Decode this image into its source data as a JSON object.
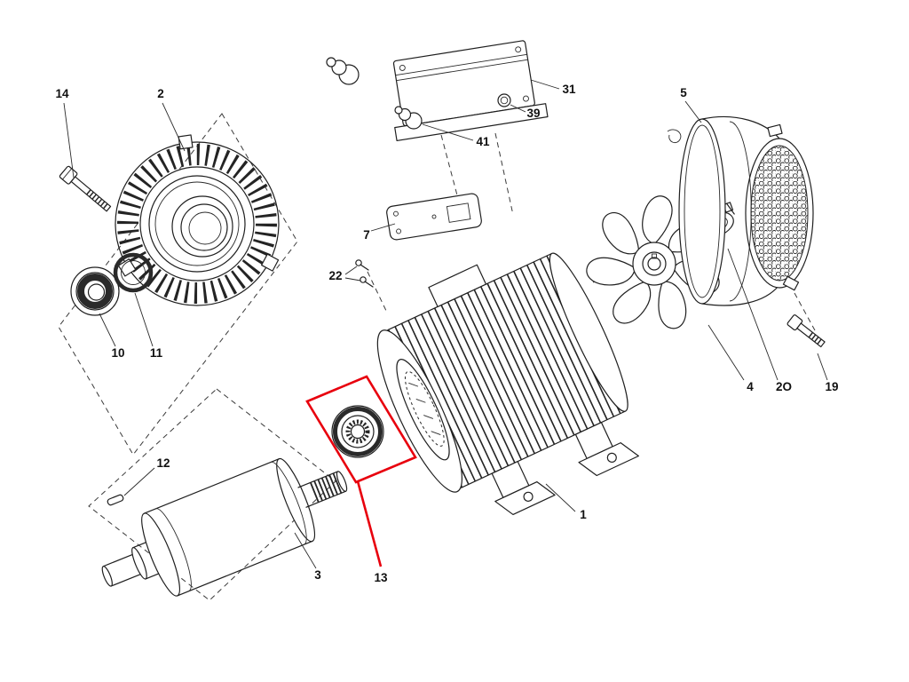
{
  "diagram": {
    "type": "exploded-parts-diagram",
    "background_color": "#ffffff",
    "line_color": "#1f1f1f",
    "highlight": {
      "color": "#e8000d",
      "highlighted_part": "13"
    },
    "part_labels": {
      "p1": "1",
      "p2": "2",
      "p3": "3",
      "p4": "4",
      "p5": "5",
      "p7": "7",
      "p10": "10",
      "p11": "11",
      "p12": "12",
      "p13": "13",
      "p14": "14",
      "p19": "19",
      "p20": "2O",
      "p22": "22",
      "p31": "31",
      "p39": "39",
      "p41": "41"
    }
  }
}
